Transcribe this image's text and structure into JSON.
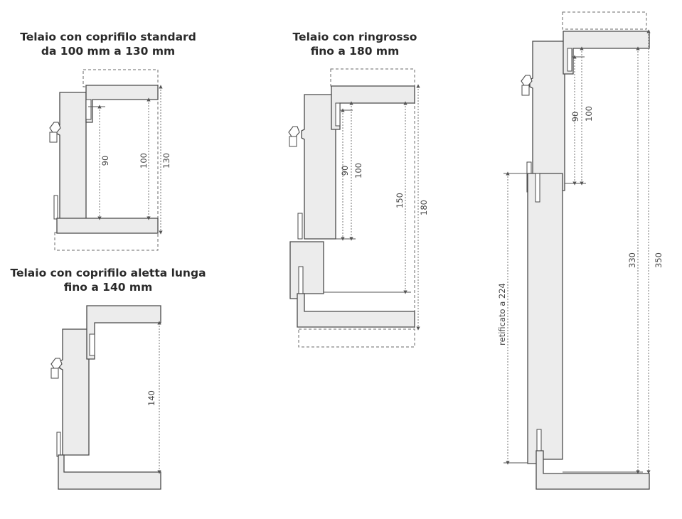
{
  "diagrams": {
    "standard": {
      "title_line1": "Telaio con coprifilo standard",
      "title_line2": "da 100 mm a 130 mm",
      "dims": [
        "90",
        "100",
        "130"
      ]
    },
    "aletta": {
      "title_line1": "Telaio con coprifilo aletta lunga",
      "title_line2": "fino a 140 mm",
      "dims": [
        "140"
      ]
    },
    "ringrosso": {
      "title_line1": "Telaio con ringrosso",
      "title_line2": "fino a 180 mm",
      "dims": [
        "90",
        "100",
        "150",
        "180"
      ]
    },
    "rettificato": {
      "dims": [
        "90",
        "100",
        "330",
        "350",
        "retificato a 224"
      ]
    }
  },
  "colors": {
    "fill": "#ececec",
    "stroke": "#4a4a4a",
    "text": "#2a2a2a"
  }
}
